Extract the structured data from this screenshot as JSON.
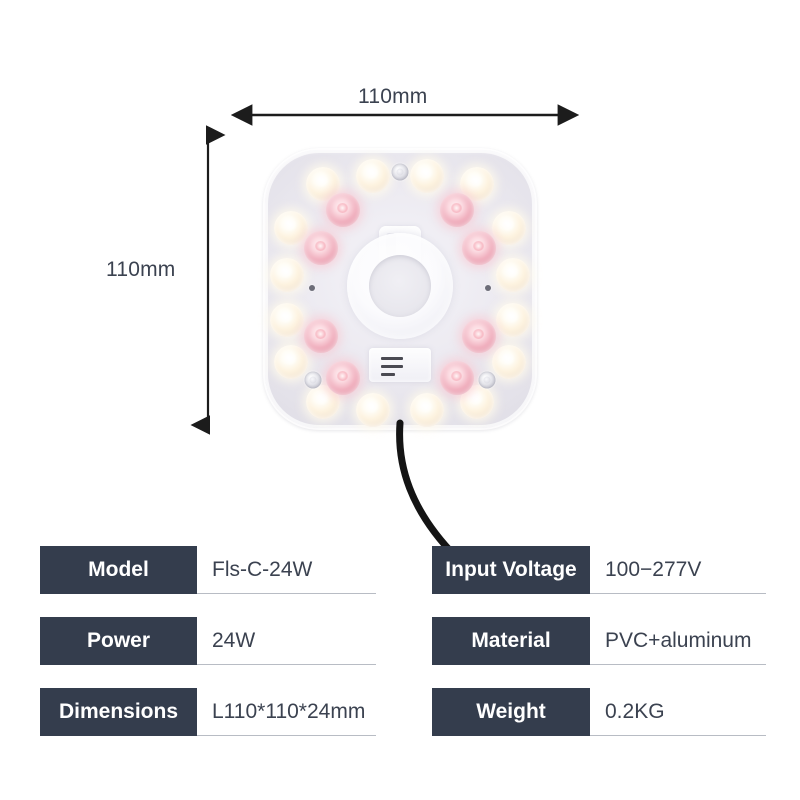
{
  "dimensions_annotation": {
    "width_label": "110mm",
    "height_label": "110mm"
  },
  "product": {
    "icon_white_led": "led-white-icon",
    "icon_pink_led": "led-pink-icon",
    "icon_rivet": "rivet-icon",
    "icon_center_housing": "center-housing-icon",
    "icon_cable": "power-cable-icon",
    "led_counts": {
      "white": 16,
      "pink": 8
    }
  },
  "colors": {
    "label_box": "#343d4d",
    "text": "#3b4250",
    "underline": "#b8bcc4",
    "led_white": "#fdf3e0",
    "led_pink": "#f0aebd",
    "background": "#ffffff"
  },
  "specs": {
    "left_column": [
      {
        "label": "Model",
        "value": "Fls-C-24W"
      },
      {
        "label": "Power",
        "value": "24W"
      },
      {
        "label": "Dimensions",
        "value": "L110*110*24mm"
      }
    ],
    "right_column": [
      {
        "label": "Input Voltage",
        "value": "100−277V"
      },
      {
        "label": "Material",
        "value": "PVC+aluminum"
      },
      {
        "label": "Weight",
        "value": "0.2KG"
      }
    ]
  }
}
